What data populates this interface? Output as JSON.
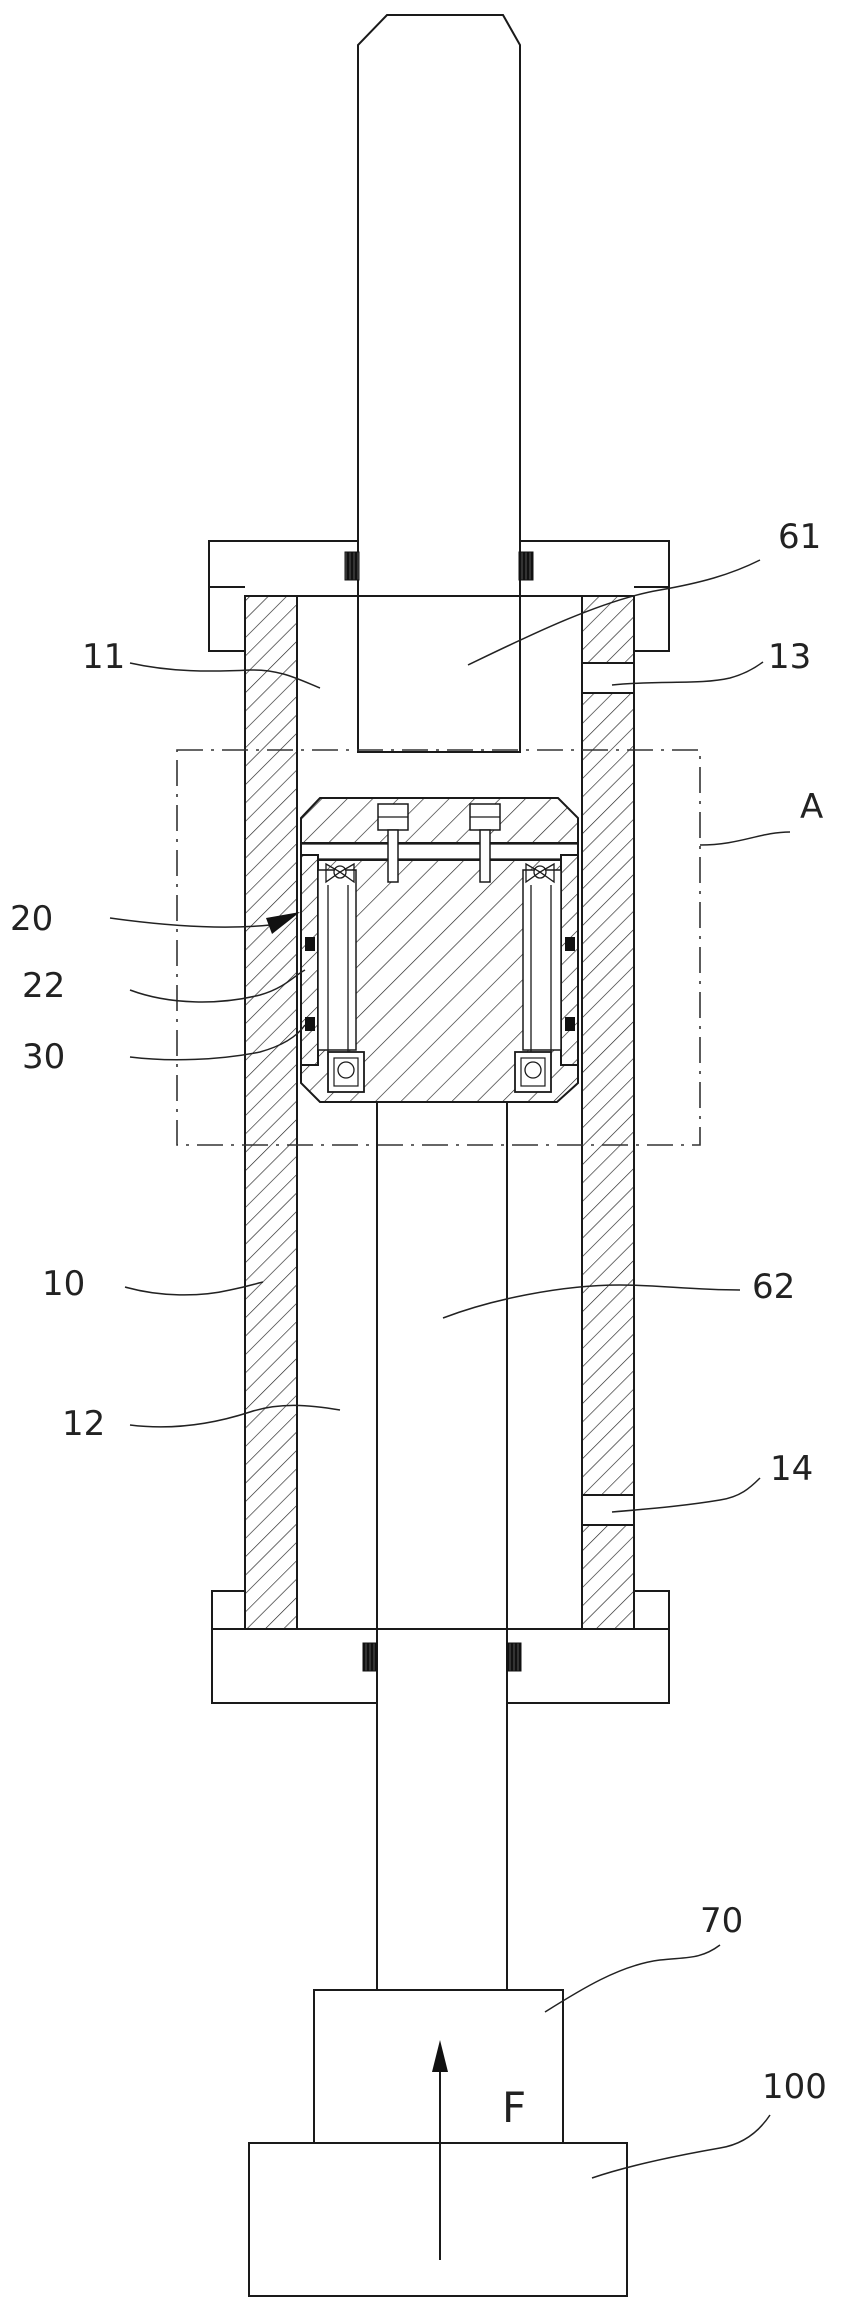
{
  "labels": {
    "l61": "61",
    "l11": "11",
    "l13": "13",
    "lA": "A",
    "l20": "20",
    "l22": "22",
    "l30": "30",
    "l10": "10",
    "l62": "62",
    "l12": "12",
    "l14": "14",
    "l70": "70",
    "lF": "F",
    "l100": "100"
  }
}
